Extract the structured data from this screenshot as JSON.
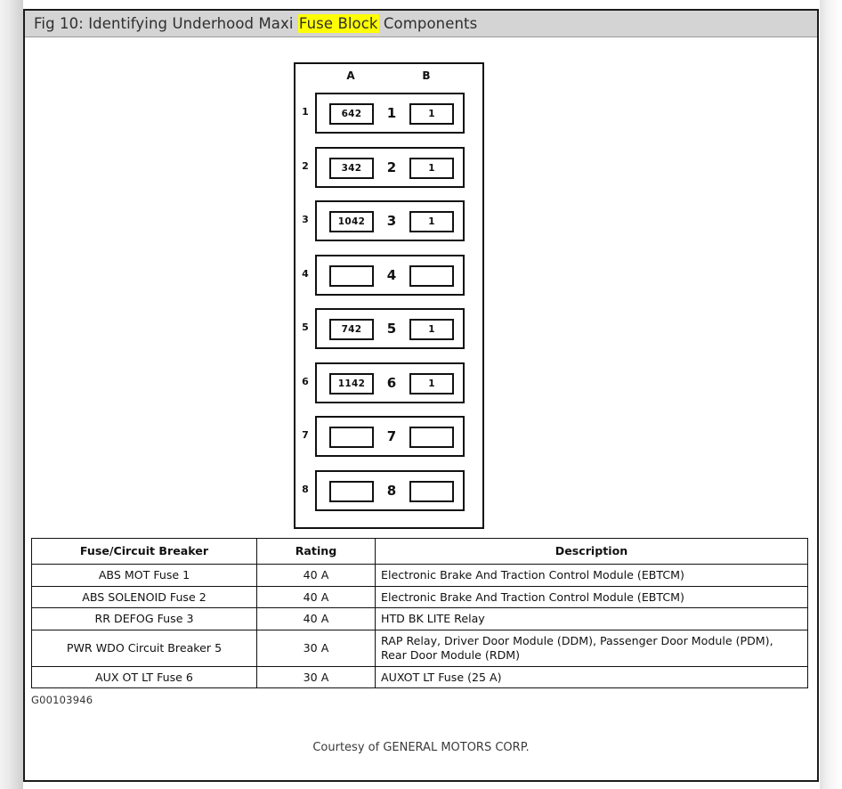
{
  "title": {
    "prefix": "Fig 10: Identifying Underhood Maxi ",
    "highlight": "Fuse Block",
    "suffix": " Components"
  },
  "diagram": {
    "column_headers": {
      "a": "A",
      "b": "B"
    },
    "rows": [
      {
        "row_label": "1",
        "a_value": "642",
        "center": "1",
        "b_value": "1"
      },
      {
        "row_label": "2",
        "a_value": "342",
        "center": "2",
        "b_value": "1"
      },
      {
        "row_label": "3",
        "a_value": "1042",
        "center": "3",
        "b_value": "1"
      },
      {
        "row_label": "4",
        "a_value": "",
        "center": "4",
        "b_value": ""
      },
      {
        "row_label": "5",
        "a_value": "742",
        "center": "5",
        "b_value": "1"
      },
      {
        "row_label": "6",
        "a_value": "1142",
        "center": "6",
        "b_value": "1"
      },
      {
        "row_label": "7",
        "a_value": "",
        "center": "7",
        "b_value": ""
      },
      {
        "row_label": "8",
        "a_value": "",
        "center": "8",
        "b_value": ""
      }
    ]
  },
  "table": {
    "headers": [
      "Fuse/Circuit Breaker",
      "Rating",
      "Description"
    ],
    "rows": [
      {
        "fuse": "ABS MOT Fuse 1",
        "rating": "40 A",
        "description": "Electronic Brake And Traction Control Module (EBTCM)"
      },
      {
        "fuse": "ABS SOLENOID Fuse 2",
        "rating": "40 A",
        "description": "Electronic Brake And Traction Control Module (EBTCM)"
      },
      {
        "fuse": "RR DEFOG Fuse 3",
        "rating": "40 A",
        "description": "HTD BK LITE Relay"
      },
      {
        "fuse": "PWR WDO Circuit Breaker 5",
        "rating": "30 A",
        "description": "RAP Relay, Driver Door Module (DDM), Passenger Door Module (PDM), Rear Door Module (RDM)"
      },
      {
        "fuse": "AUX OT LT Fuse 6",
        "rating": "30 A",
        "description": "AUXOT LT Fuse (25 A)"
      }
    ]
  },
  "diagram_id": "G00103946",
  "courtesy": "Courtesy of GENERAL MOTORS CORP.",
  "colors": {
    "highlight": "#ffff00",
    "titlebar": "#d4d4d4",
    "ink": "#111111"
  }
}
